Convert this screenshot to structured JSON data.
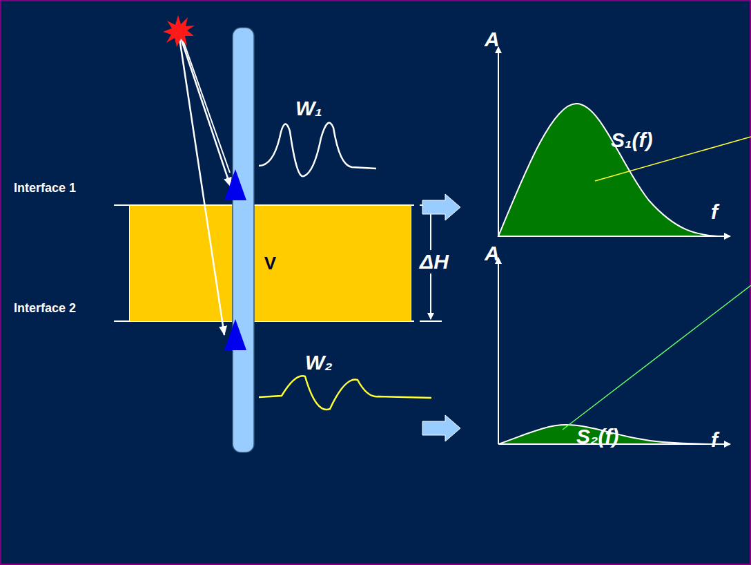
{
  "diagram": {
    "nodes": [
      {
        "text": [
          "V"
        ]
      }
    ],
    "labels": [
      "Interface 1",
      "Interface 2",
      "ΔH",
      "W₁",
      "W₂",
      "A",
      "S₁(f)",
      "f",
      "A",
      "S₂(f)",
      "f"
    ]
  }
}
